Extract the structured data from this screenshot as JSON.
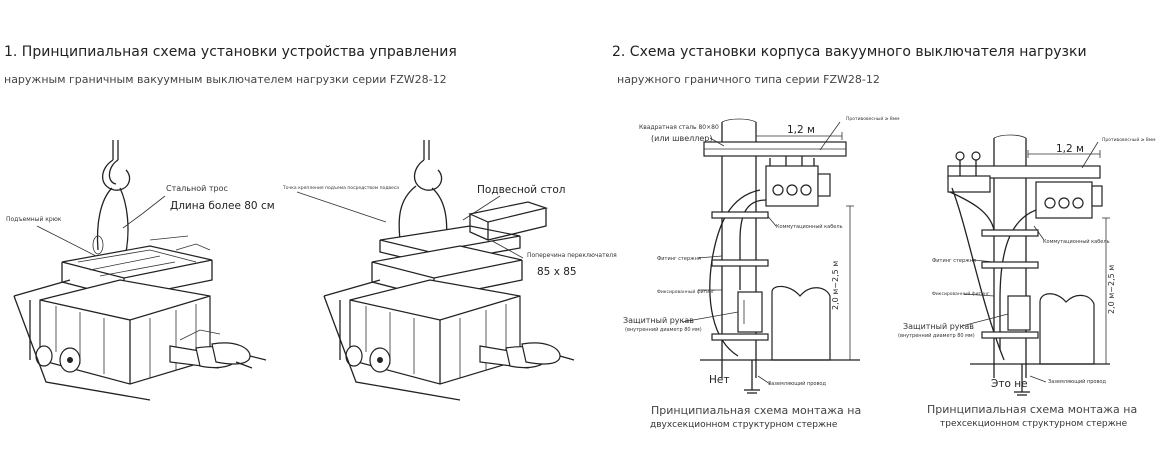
{
  "section1": {
    "title": "1. Принципиальная схема установки устройства управления",
    "subtitle": "наружным граничным вакуумным выключателем нагрузки серии FZW28-12",
    "left_figure": {
      "lift_hook_label": "Подъемный крюк",
      "steel_rope_label": "Стальной трос",
      "length_label": "Длина более 80 см"
    },
    "right_figure": {
      "lifting_point_label": "Точка крепления подъема посредством подвеса",
      "hanging_table_label": "Подвесной стол",
      "crossbar_label": "Поперечина переключателя",
      "crossbar_size": "85 x 85"
    }
  },
  "section2": {
    "title": "2. Схема установки корпуса вакуумного выключателя нагрузки",
    "subtitle": "наружного граничного типа серии FZW28-12",
    "diagram_a": {
      "square_steel": "Квадратная сталь 80×80",
      "channel": "(или швеллер)",
      "width": "1,2 м",
      "top_note": "Противовесный ≥ 8мм",
      "cable_label": "Коммутационный кабель",
      "fitting_label": "Фитинг стержня",
      "fitting2_label": "Фиксированный фитинг",
      "height": "2,0 м~2,5 м",
      "sleeve": "Защитный рукав",
      "sleeve_diam": "(внутренний диаметр 80 мм)",
      "no_label": "Нет",
      "ground_label": "Заземляющий провод",
      "caption1": "Принципиальная схема монтажа на",
      "caption2": "двухсекционном структурном стержне"
    },
    "diagram_b": {
      "width": "1,2 м",
      "top_note": "Противовесный ≥ 8мм",
      "cable_label": "Коммутационный кабель",
      "fitting_label": "Фитинг стержня",
      "fitting2_label": "Фиксированный фитинг",
      "height": "2,0 м~2,5 м",
      "sleeve": "Защитный рукав",
      "sleeve_diam": "(внутренний диаметр 80 мм)",
      "no_label": "Это не",
      "ground_label": "Заземляющий провод",
      "caption1": "Принципиальная схема монтажа на",
      "caption2": "трехсекционном структурном стержне"
    }
  },
  "icons": [
    "hook-icon",
    "switch-device-drawing",
    "pole-drawing"
  ],
  "colors": {
    "line": "#222222",
    "text": "#333333",
    "background": "#ffffff"
  }
}
